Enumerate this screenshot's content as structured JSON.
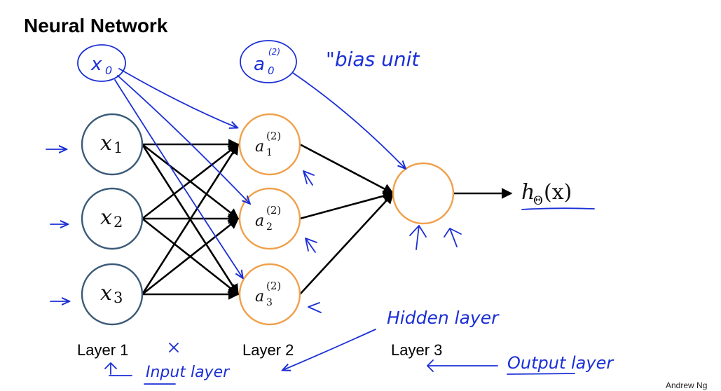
{
  "title": "Neural Network",
  "credit": "Andrew Ng",
  "colors": {
    "input_node": "#3b5a78",
    "hidden_node": "#f0a04a",
    "annotation_ink": "#1b2fd6",
    "edge": "#000000"
  },
  "input_nodes": [
    {
      "var": "x",
      "sub": "1"
    },
    {
      "var": "x",
      "sub": "2"
    },
    {
      "var": "x",
      "sub": "3"
    }
  ],
  "hidden_nodes": [
    {
      "var": "a",
      "sup": "(2)",
      "sub": "1"
    },
    {
      "var": "a",
      "sup": "(2)",
      "sub": "2"
    },
    {
      "var": "a",
      "sup": "(2)",
      "sub": "3"
    }
  ],
  "output": {
    "h": "h",
    "theta": "Θ",
    "rest": "(x)"
  },
  "layer_labels": [
    "Layer 1",
    "Layer 2",
    "Layer 3"
  ],
  "annotations": {
    "x0": "x",
    "x0_sub": "0",
    "a0": "a",
    "a0_sup": "(2)",
    "a0_sub": "0",
    "bias_unit": "\"bias unit",
    "hidden_layer": "Hidden layer",
    "input_layer": "Input layer",
    "output_layer": "Output layer"
  }
}
